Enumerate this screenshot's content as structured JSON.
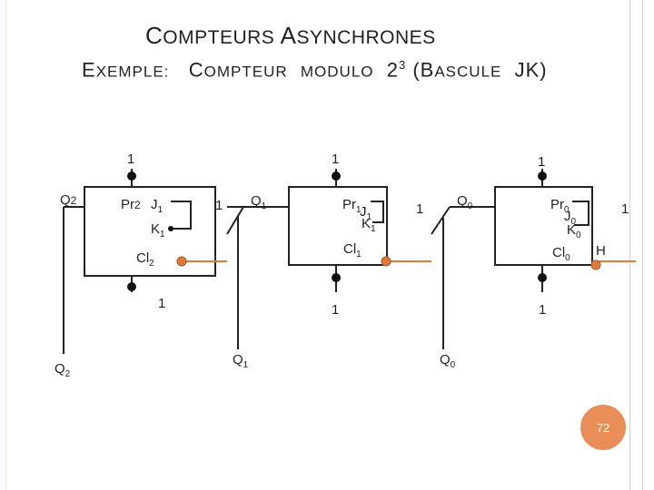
{
  "title": {
    "c": "C",
    "rest1": "OMPTEURS ",
    "a": "A",
    "rest2": "SYNCHRONES"
  },
  "subtitle": {
    "e": "E",
    "xemple": "XEMPLE",
    "colon": ":",
    "c": "C",
    "ompteur": "OMPTEUR",
    "modulo": "MODULO",
    "base": "2",
    "exp": "3",
    "paren": "(B",
    "ascule": "ASCULE",
    "jk": "JK)"
  },
  "flipflops": [
    {
      "pr": "Pr",
      "pr_sub": "2",
      "j": "J",
      "j_sub": "1",
      "k": "K",
      "k_sub": "1",
      "cl": "Cl",
      "cl_sub": "2",
      "preset_value": "1",
      "clear_value": "1",
      "jk_value": "1",
      "q_top": "Q",
      "q_top_sub": "2",
      "q_out": "Q",
      "q_out_sub": "2"
    },
    {
      "pr": "Pr",
      "pr_sub": "1",
      "j": "J",
      "j_sub": "1",
      "k": "K",
      "k_sub": "1",
      "cl": "Cl",
      "cl_sub": "1",
      "preset_value": "1",
      "clear_value": "1",
      "jk_value": "1",
      "q_top": "Q",
      "q_top_sub": "1",
      "q_out": "Q",
      "q_out_sub": "1"
    },
    {
      "pr": "Pr",
      "pr_sub": "0",
      "j": "J",
      "j_sub": "0",
      "k": "K",
      "k_sub": "0",
      "cl": "Cl",
      "cl_sub": "0",
      "preset_value": "1",
      "clear_value": "1",
      "jk_value": "1",
      "q_top": "Q",
      "q_top_sub": "0",
      "q_out": "Q",
      "q_out_sub": "0"
    }
  ],
  "clock_label": "H",
  "page_number": "72",
  "colors": {
    "accent": "#ea8e59",
    "line": "#222222",
    "wire": "#e07a3a"
  }
}
